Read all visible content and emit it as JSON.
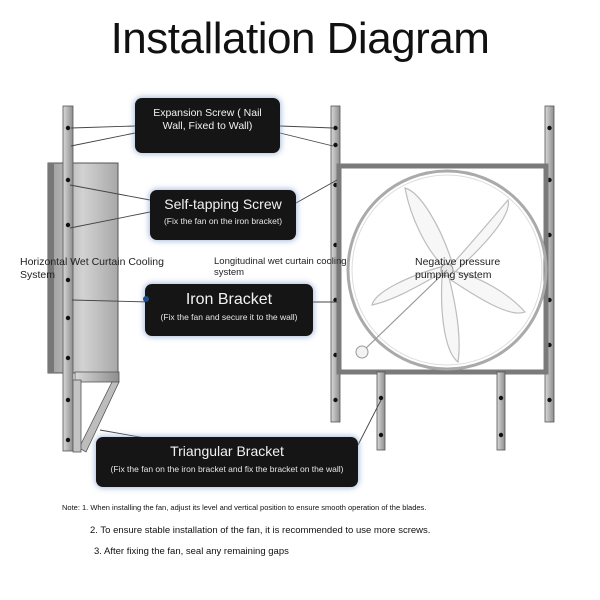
{
  "title": "Installation Diagram",
  "callouts": {
    "expansion_screw": "Expansion Screw ( Nail Wall, Fixed to Wall)",
    "self_tapping": {
      "main": "Self-tapping Screw",
      "sub": "(Fix the fan on the iron bracket)"
    },
    "iron_bracket": {
      "main": "Iron Bracket",
      "sub": "(Fix the fan and secure it to the wall)"
    },
    "triangular_bracket": {
      "main": "Triangular Bracket",
      "sub": "(Fix the fan on the iron bracket and fix the bracket on the wall)"
    }
  },
  "labels": {
    "horizontal": "Horizontal Wet Curtain Cooling System",
    "longitudinal": "Longitudinal wet curtain cooling system",
    "negative": "Negative pressure pumping system"
  },
  "notes": {
    "note1": "Note: 1. When installing the fan, adjust its level and vertical position to ensure smooth operation of the blades.",
    "note2": "2. To ensure stable installation of the fan, it is recommended to use more screws.",
    "note3": "3. After fixing the fan, seal any remaining gaps"
  }
}
